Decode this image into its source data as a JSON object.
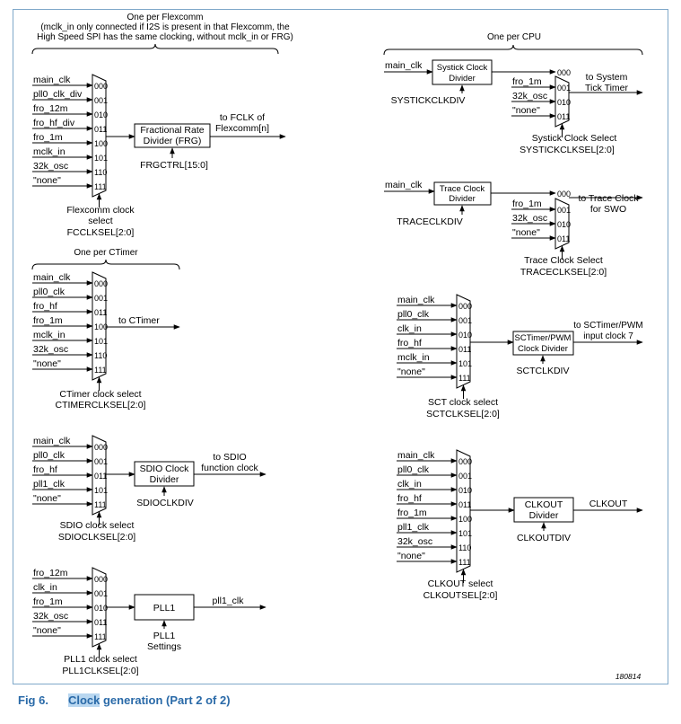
{
  "figure": {
    "number": "Fig 6.",
    "title_highlight": "Clock",
    "title_rest": " generation (Part 2 of 2)",
    "id": "180814"
  },
  "sel_codes3": [
    "000",
    "001",
    "010",
    "011",
    "100",
    "101",
    "110",
    "111"
  ],
  "flexcomm": {
    "brace_line1": "One per Flexcomm",
    "brace_line2": "(mclk_in only connected if I2S is present in that Flexcomm, the",
    "brace_line3": "High Speed SPI has the same clocking, without mclk_in or FRG)",
    "inputs": [
      "main_clk",
      "pll0_clk_div",
      "fro_12m",
      "fro_hf_div",
      "fro_1m",
      "mclk_in",
      "32k_osc",
      "\"none\""
    ],
    "sel_line1": "Flexcomm clock",
    "sel_line2": "select",
    "sel_reg": "FCCLKSEL[2:0]",
    "block_line1": "Fractional Rate",
    "block_line2": "Divider (FRG)",
    "block_reg": "FRGCTRL[15:0]",
    "out_line1": "to FCLK of",
    "out_line2": "Flexcomm[n]"
  },
  "ctimer": {
    "brace_label": "One per CTimer",
    "inputs": [
      "main_clk",
      "pll0_clk",
      "fro_hf",
      "fro_1m",
      "mclk_in",
      "32k_osc",
      "\"none\""
    ],
    "codes": [
      "000",
      "001",
      "011",
      "100",
      "101",
      "110",
      "111"
    ],
    "out_label": "to CTimer",
    "sel_line1": "CTimer clock select",
    "sel_reg": "CTIMERCLKSEL[2:0]"
  },
  "sdio": {
    "inputs": [
      "main_clk",
      "pll0_clk",
      "fro_hf",
      "pll1_clk",
      "\"none\""
    ],
    "codes": [
      "000",
      "001",
      "011",
      "101",
      "111"
    ],
    "block_line1": "SDIO Clock",
    "block_line2": "Divider",
    "block_reg": "SDIOCLKDIV",
    "out_line1": "to SDIO",
    "out_line2": "function clock",
    "sel_line1": "SDIO clock select",
    "sel_reg": "SDIOCLKSEL[2:0]"
  },
  "pll1": {
    "inputs": [
      "fro_12m",
      "clk_in",
      "fro_1m",
      "32k_osc",
      "\"none\""
    ],
    "codes": [
      "000",
      "001",
      "010",
      "011",
      "111"
    ],
    "block_label": "PLL1",
    "settings_line1": "PLL1",
    "settings_line2": "Settings",
    "out_label": "pll1_clk",
    "sel_line1": "PLL1 clock select",
    "sel_reg": "PLL1CLKSEL[2:0]"
  },
  "cpu": {
    "brace_label": "One per CPU"
  },
  "systick": {
    "in_label": "main_clk",
    "block_line1": "Systick Clock",
    "block_line2": "Divider",
    "block_reg": "SYSTICKCLKDIV",
    "inputs": [
      "fro_1m",
      "32k_osc",
      "\"none\""
    ],
    "codes": [
      "000",
      "001",
      "010",
      "011"
    ],
    "out_line1": "to System",
    "out_line2": "Tick Timer",
    "sel_line1": "Systick Clock Select",
    "sel_reg": "SYSTICKCLKSEL[2:0]"
  },
  "trace": {
    "in_label": "main_clk",
    "block_line1": "Trace Clock",
    "block_line2": "Divider",
    "block_reg": "TRACECLKDIV",
    "inputs": [
      "fro_1m",
      "32k_osc",
      "\"none\""
    ],
    "codes": [
      "000",
      "001",
      "010",
      "011"
    ],
    "out_line1": "to Trace Clock",
    "out_line2": "for SWO",
    "sel_line1": "Trace Clock Select",
    "sel_reg": "TRACECLKSEL[2:0]"
  },
  "sct": {
    "inputs": [
      "main_clk",
      "pll0_clk",
      "clk_in",
      "fro_hf",
      "mclk_in",
      "\"none\""
    ],
    "codes": [
      "000",
      "001",
      "010",
      "011",
      "101",
      "111"
    ],
    "block_line1": "SCTimer/PWM",
    "block_line2": "Clock Divider",
    "block_reg": "SCTCLKDIV",
    "out_line1": "to SCTimer/PWM",
    "out_line2": "input clock 7",
    "sel_line1": "SCT clock select",
    "sel_reg": "SCTCLKSEL[2:0]"
  },
  "clkout": {
    "inputs": [
      "main_clk",
      "pll0_clk",
      "clk_in",
      "fro_hf",
      "fro_1m",
      "pll1_clk",
      "32k_osc",
      "\"none\""
    ],
    "block_line1": "CLKOUT",
    "block_line2": "Divider",
    "block_reg": "CLKOUTDIV",
    "out_label": "CLKOUT",
    "sel_line1": "CLKOUT select",
    "sel_reg": "CLKOUTSEL[2:0]"
  }
}
